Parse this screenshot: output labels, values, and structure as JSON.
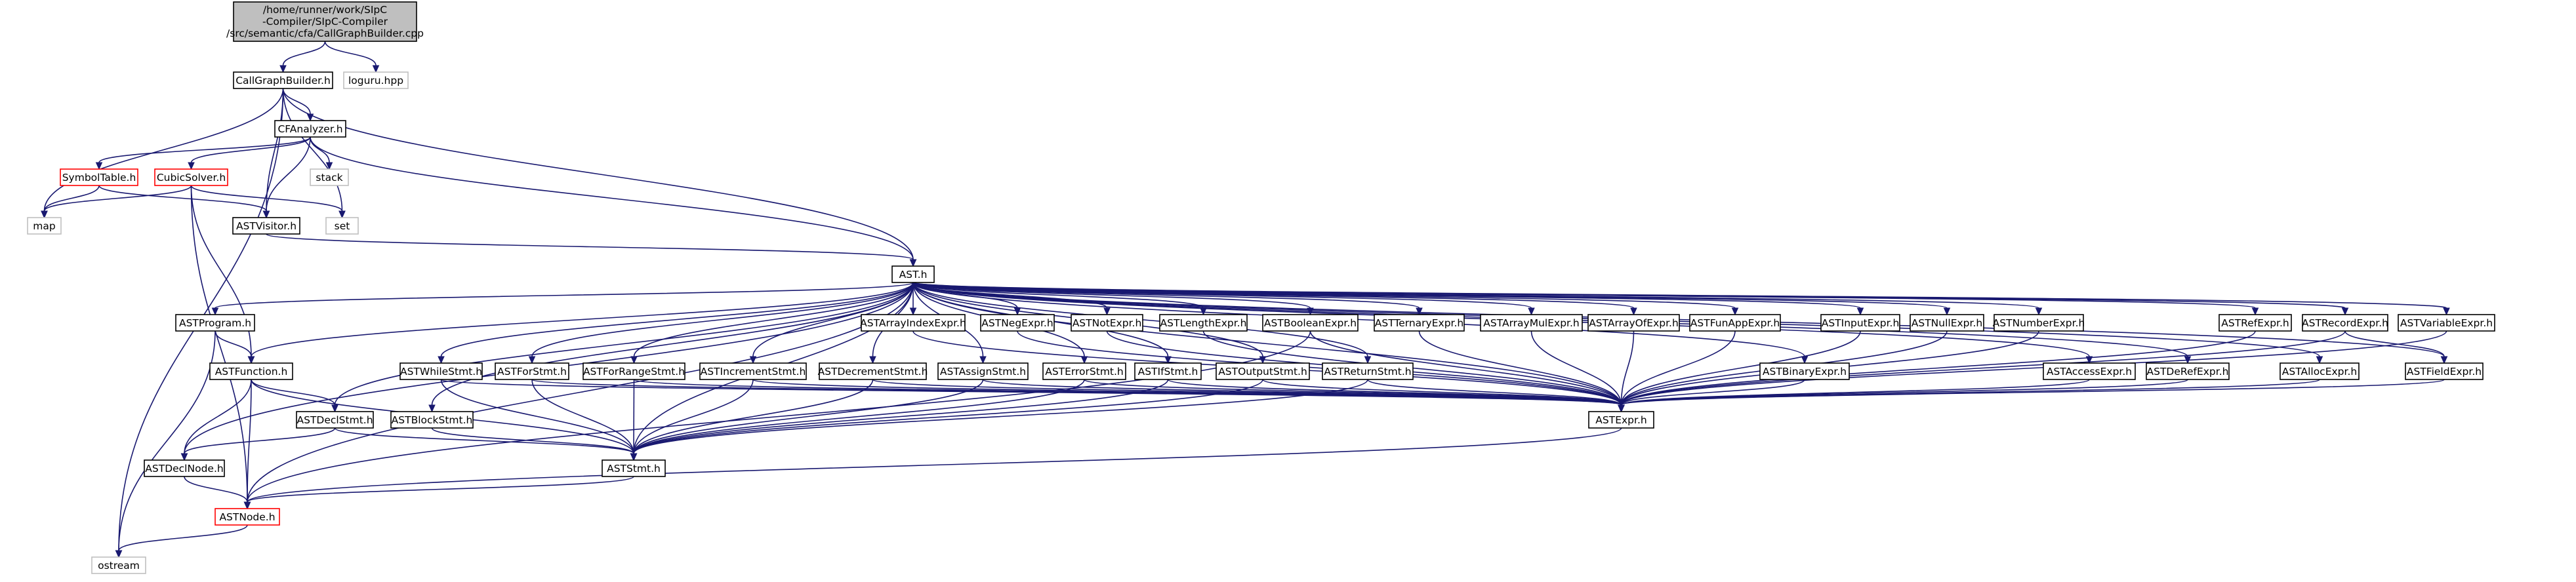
{
  "nodes": {
    "root": [
      "/home/runner/work/SIpC",
      "-Compiler/SIpC-Compiler",
      "/src/semantic/cfa/CallGraphBuilder.cpp"
    ],
    "callgraphbuilder_h": "CallGraphBuilder.h",
    "loguru_hpp": "loguru.hpp",
    "cfanalyzer_h": "CFAnalyzer.h",
    "stack": "stack",
    "symboltable_h": "SymbolTable.h",
    "cubicsolver_h": "CubicSolver.h",
    "map": "map",
    "set": "set",
    "astvisitor_h": "ASTVisitor.h",
    "ast_h": "AST.h",
    "astprogram_h": "ASTProgram.h",
    "astarrayindexexpr_h": "ASTArrayIndexExpr.h",
    "astnegexpr_h": "ASTNegExpr.h",
    "astnotexpr_h": "ASTNotExpr.h",
    "astlengthexpr_h": "ASTLengthExpr.h",
    "astbooleanexpr_h": "ASTBooleanExpr.h",
    "astternaryexpr_h": "ASTTernaryExpr.h",
    "astarraymulexpr_h": "ASTArrayMulExpr.h",
    "astarrayofexpr_h": "ASTArrayOfExpr.h",
    "astfunappexpr_h": "ASTFunAppExpr.h",
    "astinputexpr_h": "ASTInputExpr.h",
    "astnullexpr_h": "ASTNullExpr.h",
    "astnumberexpr_h": "ASTNumberExpr.h",
    "astrefexpr_h": "ASTRefExpr.h",
    "astrecordexpr_h": "ASTRecordExpr.h",
    "astvariableexpr_h": "ASTVariableExpr.h",
    "astfunction_h": "ASTFunction.h",
    "astwhilestmt_h": "ASTWhileStmt.h",
    "astforstmt_h": "ASTForStmt.h",
    "astforrangestmt_h": "ASTForRangeStmt.h",
    "astincrementstmt_h": "ASTIncrementStmt.h",
    "astdecrementstmt_h": "ASTDecrementStmt.h",
    "astassignstmt_h": "ASTAssignStmt.h",
    "asterrorstmt_h": "ASTErrorStmt.h",
    "astifstmt_h": "ASTIfStmt.h",
    "astoutputstmt_h": "ASTOutputStmt.h",
    "astreturnstmt_h": "ASTReturnStmt.h",
    "astbinaryexpr_h": "ASTBinaryExpr.h",
    "astaccessexpr_h": "ASTAccessExpr.h",
    "astderefexpr_h": "ASTDeRefExpr.h",
    "astallocexpr_h": "ASTAllocExpr.h",
    "astfieldexpr_h": "ASTFieldExpr.h",
    "astdeclstmt_h": "ASTDeclStmt.h",
    "astblockstmt_h": "ASTBlockStmt.h",
    "astexpr_h": "ASTExpr.h",
    "astdeclnode_h": "ASTDeclNode.h",
    "aststmt_h": "ASTStmt.h",
    "astnode_h": "ASTNode.h",
    "ostream": "ostream"
  },
  "colors": {
    "edge": "#191970",
    "root_fill": "#bfbfbf",
    "normal_border": "#000000",
    "incomplete_border": "#ff0000",
    "external_border": "#bfbfbf"
  }
}
